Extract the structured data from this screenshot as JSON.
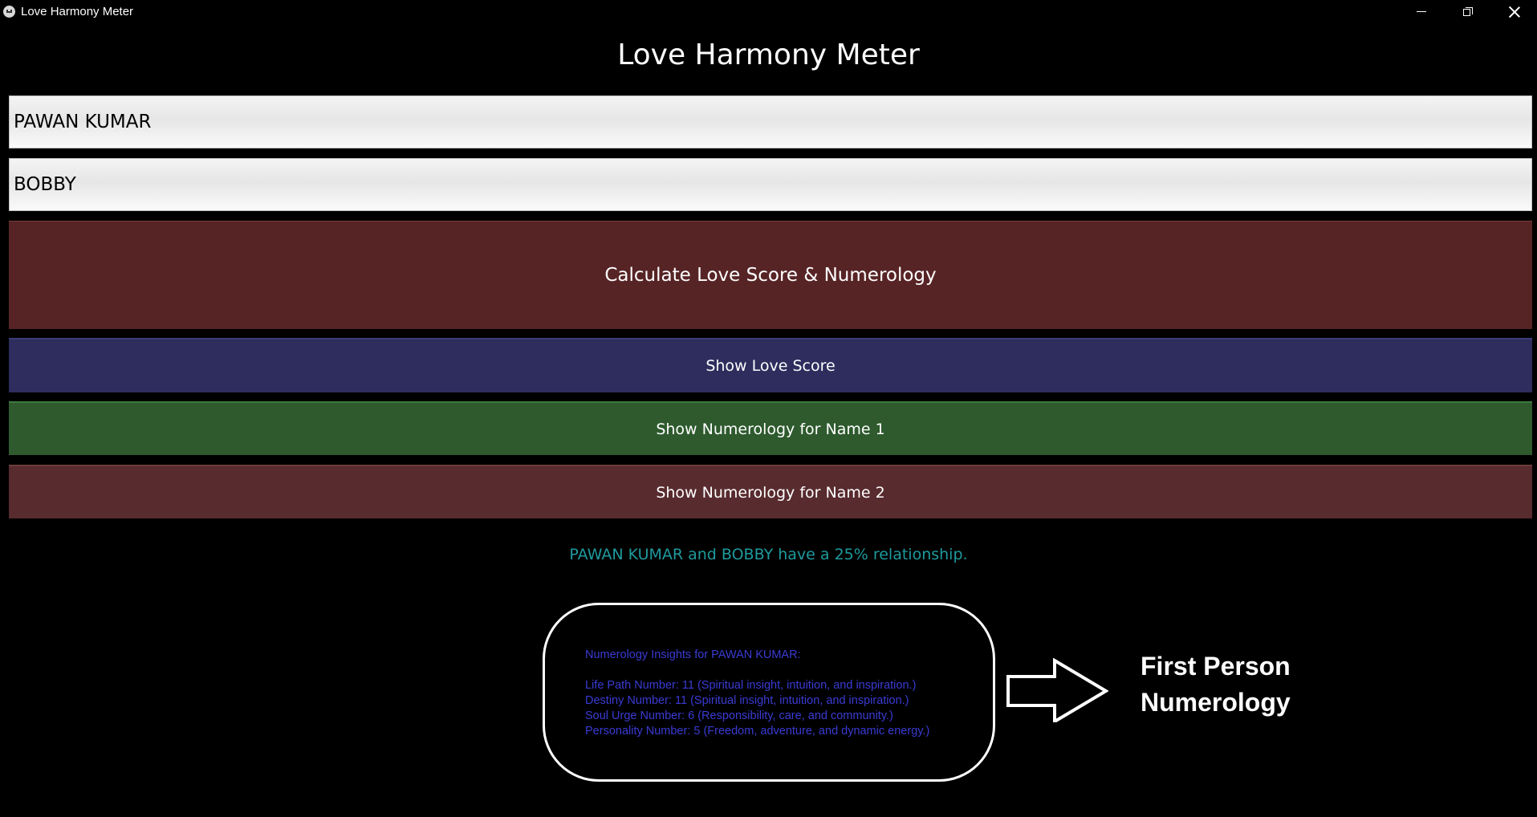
{
  "window": {
    "title": "Love Harmony Meter",
    "controls": [
      "minimize",
      "restore",
      "close"
    ]
  },
  "header": {
    "title": "Love Harmony Meter"
  },
  "inputs": {
    "name1_value": "PAWAN KUMAR",
    "name2_value": "BOBBY"
  },
  "buttons": {
    "calculate_label": "Calculate Love Score & Numerology",
    "show_score_label": "Show Love Score",
    "numerology1_label": "Show Numerology for Name 1",
    "numerology2_label": "Show Numerology for Name 2"
  },
  "result": {
    "text": "PAWAN KUMAR and BOBBY have a 25% relationship."
  },
  "numerology": {
    "heading": "Numerology Insights for PAWAN KUMAR:",
    "lines": [
      "Life Path Number: 11 (Spiritual insight, intuition, and inspiration.)",
      "Destiny Number: 11 (Spiritual insight, intuition, and inspiration.)",
      "Soul Urge Number: 6 (Responsibility, care, and community.)",
      "Personality Number: 5 (Freedom, adventure, and dynamic energy.)"
    ]
  },
  "annotation": {
    "line1": "First Person",
    "line2": "Numerology"
  },
  "colors": {
    "background": "#000000",
    "calculate_button": "#572426",
    "score_button": "#2e2d5d",
    "numerology1_button": "#2e5a2e",
    "numerology2_button": "#582b2e",
    "result_text": "#1f9a9e",
    "insight_text": "#3a3bd4"
  },
  "icons": {
    "app": "app-logo-icon",
    "arrow": "right-arrow-icon"
  }
}
